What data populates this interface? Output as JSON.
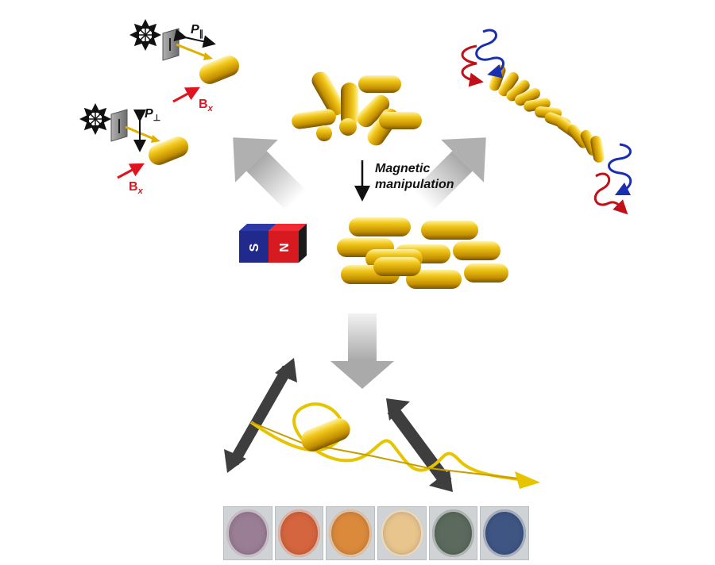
{
  "labels": {
    "p_parallel": "P",
    "p_parallel_sub": "∥",
    "p_perp": "P",
    "p_perp_sub": "⊥",
    "bx_top": "B",
    "bx_top_sub": "x",
    "bx_bottom": "B",
    "bx_bottom_sub": "x",
    "magnetic_line1": "Magnetic",
    "magnetic_line2": "manipulation",
    "magnet_s": "S",
    "magnet_n": "N"
  },
  "colors": {
    "gold": "#e0b000",
    "red_field": "#e0141e",
    "magnet_blue": "#1f2a8c",
    "magnet_red": "#d71920",
    "wave_red": "#c0101a",
    "wave_blue": "#1a2fb0",
    "gray_arrow": "#b8b8b8"
  },
  "swatches": [
    {
      "name": "purple",
      "color": "#9a7e96"
    },
    {
      "name": "orange-red",
      "color": "#d5653e"
    },
    {
      "name": "orange",
      "color": "#db8a3c"
    },
    {
      "name": "peach",
      "color": "#e9c58e"
    },
    {
      "name": "dark-green",
      "color": "#5c6a5e"
    },
    {
      "name": "blue",
      "color": "#3f5684"
    }
  ]
}
